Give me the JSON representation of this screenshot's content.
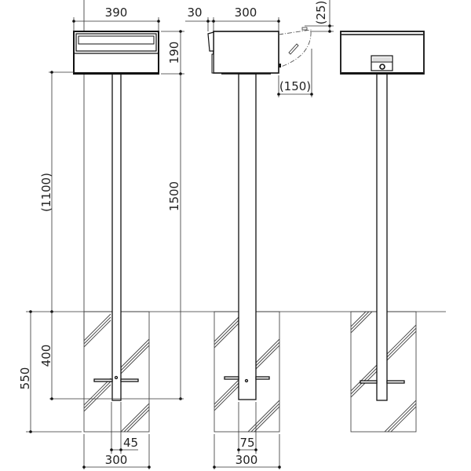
{
  "title": "Post-mounted mailbox dimension drawing",
  "units": "mm",
  "front_view": {
    "width": "390",
    "height": "190",
    "post_height_above_ground": "(1100)",
    "total_height": "1500",
    "embed_depth": "400",
    "foundation_depth": "550",
    "post_width": "45",
    "foundation_width": "300"
  },
  "side_view": {
    "flap_depth": "30",
    "depth": "300",
    "lid_clearance": "(25)",
    "lid_swing": "(150)",
    "post_depth": "75",
    "foundation_width": "300"
  }
}
